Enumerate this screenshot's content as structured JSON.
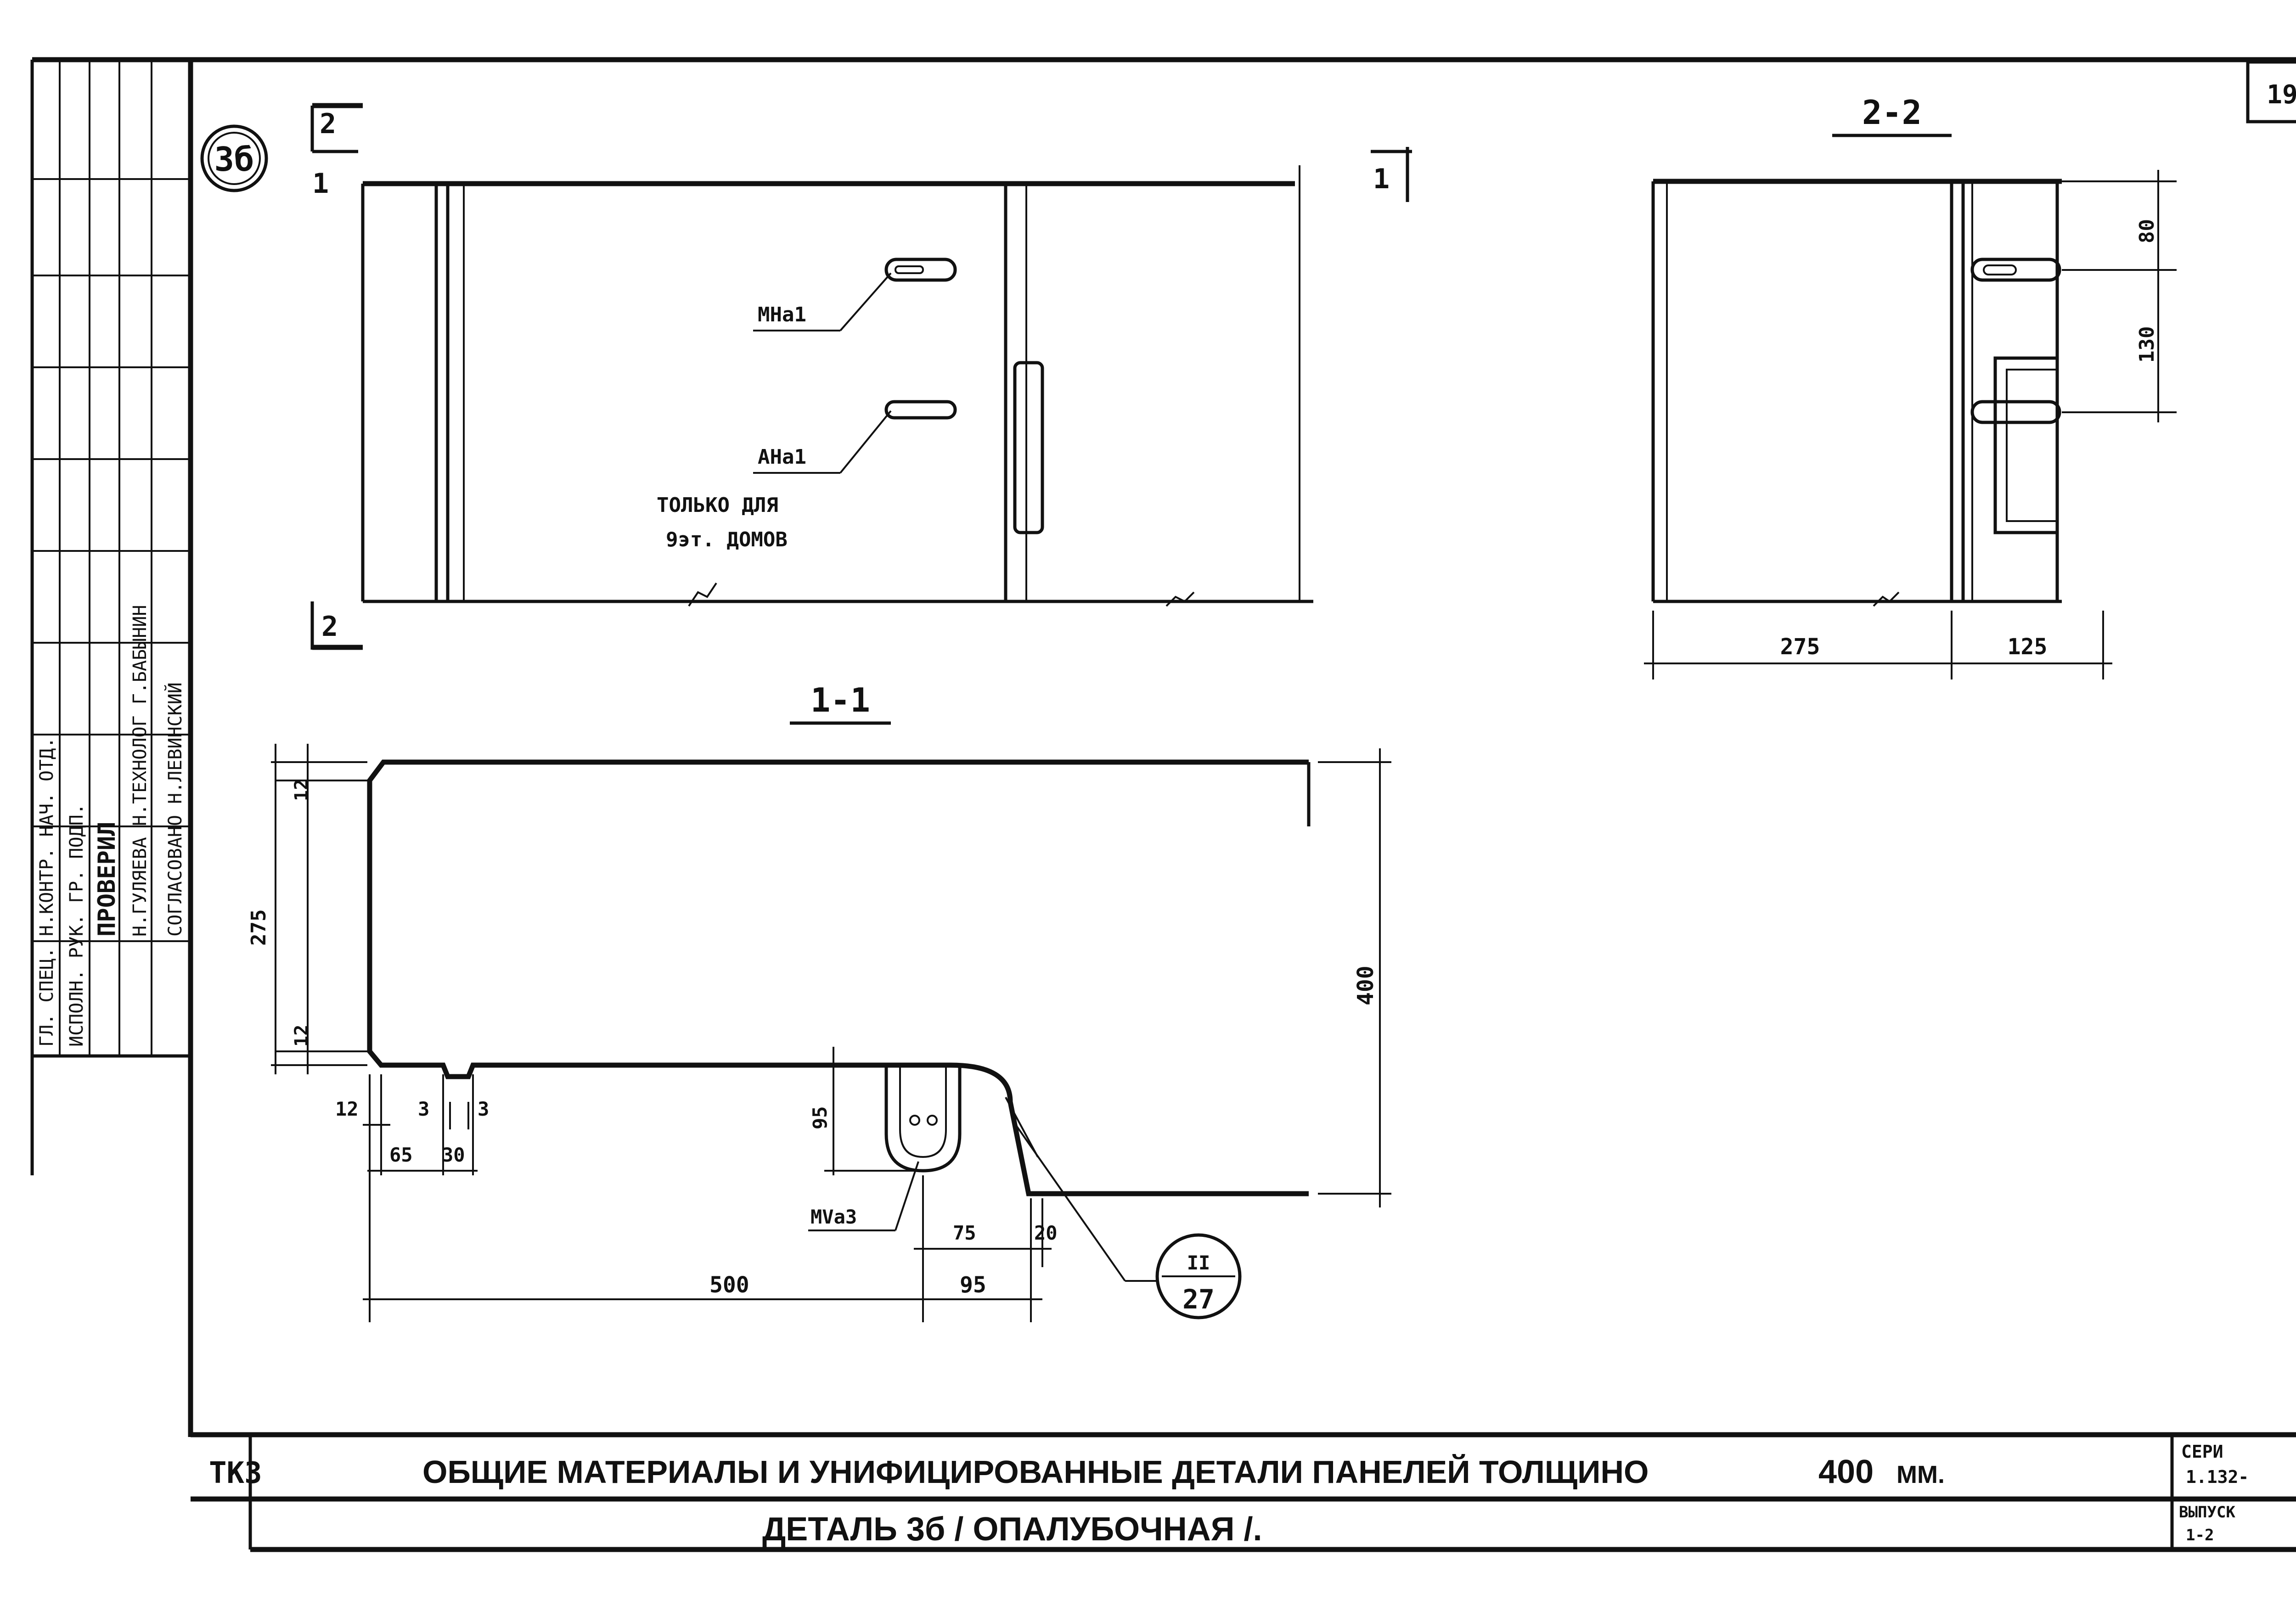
{
  "sheet_number": "19",
  "detail_mark": "3б",
  "section_marks": {
    "s1": "1",
    "s2": "2"
  },
  "view_top": {
    "callout_mna": "МНа1",
    "callout_ana": "АНа1",
    "note_line1": "ТОЛЬКО ДЛЯ",
    "note_line2": "9эт. ДОМОВ"
  },
  "section_1_1": {
    "title": "1-1",
    "dims": {
      "d12_top": "12",
      "d275": "275",
      "d12_bot": "12",
      "d12_left": "12",
      "d3_a": "3",
      "d3_b": "3",
      "d65": "65",
      "d30": "30",
      "d95_v": "95",
      "d75": "75",
      "d20": "20",
      "d500": "500",
      "d95_h": "95",
      "d400": "400"
    },
    "callout_mva": "МVа3",
    "ref_top": "II",
    "ref_bottom": "27"
  },
  "section_2_2": {
    "title": "2-2",
    "dims": {
      "d80": "80",
      "d130": "130",
      "d275": "275",
      "d125": "125"
    }
  },
  "stamp": {
    "col1": "ГЛ. СПЕЦ.  Н.КОНТР.  НАЧ. ОТД.",
    "col2": "ИСПОЛН.  РУК. ГР.  ПОДП.",
    "col3": "ПРОВЕРИЛ",
    "col4": "Н.ГУЛЯЕВА  Н.ТЕХНОЛОГ  Г.БАБЫНИН",
    "col5": "СОГЛАСОВАНО  Н.ЛЕВИНСКИЙ"
  },
  "title_block": {
    "org": "ТКЗ",
    "title_line": "ОБЩИЕ МАТЕРИАЛЫ И УНИФИЦИРОВАННЫЕ ДЕТАЛИ ПАНЕЛЕЙ ТОЛЩИНО",
    "title_value": "400",
    "title_unit": "ММ.",
    "detail_line": "ДЕТАЛЬ  3б / ОПАЛУБОЧНАЯ /.",
    "series_label": "СЕРИ",
    "series_value": "1.132-",
    "issue_label": "ВЫПУСК",
    "issue_value": "1-2"
  }
}
